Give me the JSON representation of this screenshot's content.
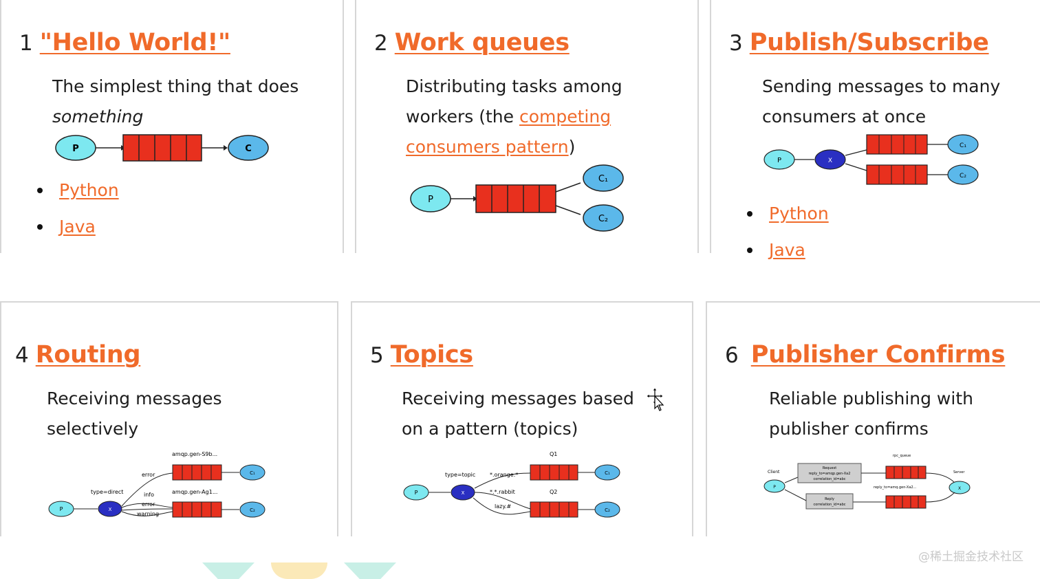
{
  "tutorials": [
    {
      "number": "1",
      "title": "\"Hello World!\"",
      "description_line1": "The simplest thing that does",
      "description_line2": "something",
      "links": [
        "Python",
        "Java"
      ]
    },
    {
      "number": "2",
      "title": "Work queues",
      "description_line1": "Distributing tasks among",
      "description_line2_prefix": "workers (the ",
      "inline_link_part1": "competing",
      "inline_link_part2": "consumers pattern",
      "description_line3_suffix": ")"
    },
    {
      "number": "3",
      "title": "Publish/Subscribe",
      "description_line1": "Sending messages to many",
      "description_line2": "consumers at once",
      "links": [
        "Python",
        "Java"
      ]
    },
    {
      "number": "4",
      "title": "Routing",
      "description_line1": "Receiving messages",
      "description_line2": "selectively"
    },
    {
      "number": "5",
      "title": "Topics",
      "description_line1": "Receiving messages based",
      "description_line2": "on a pattern (topics)"
    },
    {
      "number": "6",
      "title": "Publisher Confirms",
      "description_line1": "Reliable publishing with",
      "description_line2": "publisher confirms"
    }
  ],
  "diagram_labels": {
    "producer": "P",
    "consumer": "C",
    "consumer1": "C₁",
    "consumer2": "C₂",
    "exchange": "X",
    "routing": {
      "exchange_type": "type=direct",
      "key_error": "error",
      "key_info": "info",
      "key_error2": "error",
      "key_warning": "warning",
      "queue1": "amqp.gen-S9b...",
      "queue2": "amqp.gen-Ag1..."
    },
    "topics": {
      "exchange_type": "type=topic",
      "key1": "*.orange.*",
      "key2": "*.*.rabbit",
      "key3": "lazy.#",
      "queue1": "Q1",
      "queue2": "Q2"
    },
    "confirms": {
      "client": "Client",
      "server": "Server",
      "rpc_queue": "rpc_queue",
      "reply_queue": "reply_to=amq.gen-Xa2...",
      "request_line1": "Request",
      "request_line2": "reply_to=amqp.gen-Xa2",
      "request_line3": "correlation_id=abc",
      "reply_line1": "Reply",
      "reply_line2": "correlation_id=abc"
    }
  },
  "watermark": "@稀土掘金技术社区",
  "colors": {
    "link_orange": "#f06a2a",
    "producer_cyan": "#7de8f0",
    "consumer_blue": "#5bb8ea",
    "exchange_navy": "#2a2fc2",
    "queue_red": "#e8301e"
  }
}
